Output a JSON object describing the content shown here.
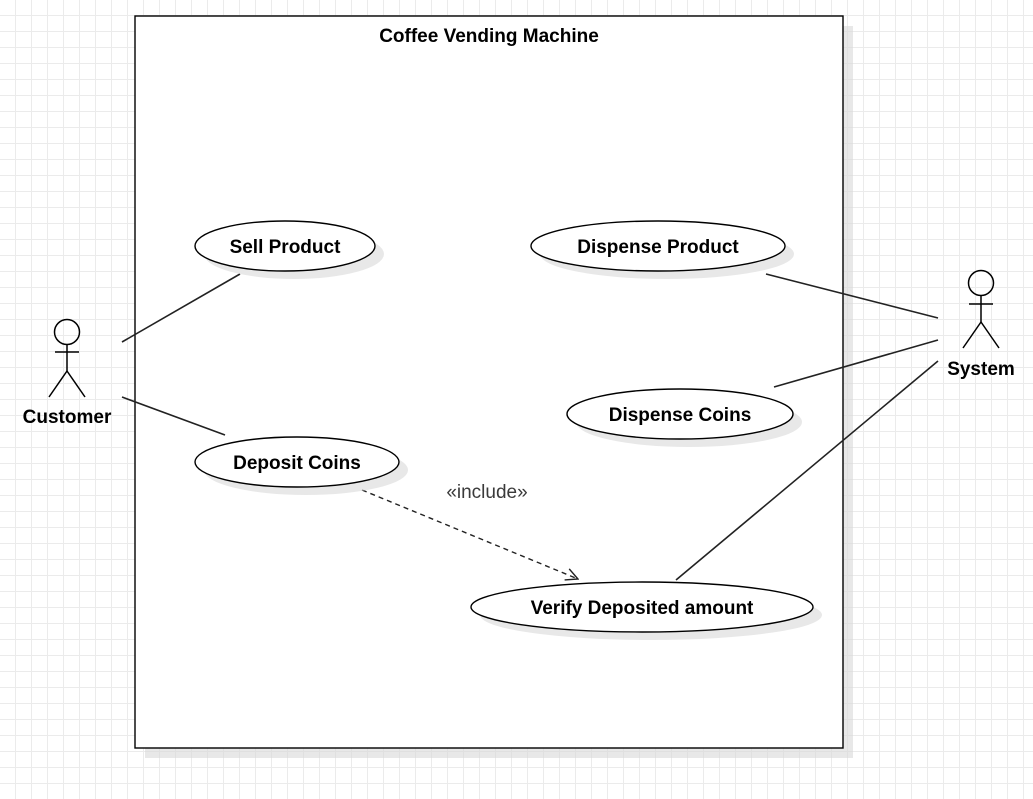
{
  "diagram": {
    "system_boundary": {
      "title": "Coffee Vending Machine"
    },
    "actors": [
      {
        "id": "customer",
        "label": "Customer"
      },
      {
        "id": "system",
        "label": "System"
      }
    ],
    "use_cases": [
      {
        "id": "sell-product",
        "label": "Sell Product"
      },
      {
        "id": "deposit-coins",
        "label": "Deposit Coins"
      },
      {
        "id": "dispense-product",
        "label": "Dispense Product"
      },
      {
        "id": "dispense-coins",
        "label": "Dispense Coins"
      },
      {
        "id": "verify-deposited-amount",
        "label": "Verify Deposited amount"
      }
    ],
    "associations": [
      {
        "from": "customer",
        "to": "sell-product"
      },
      {
        "from": "customer",
        "to": "deposit-coins"
      },
      {
        "from": "system",
        "to": "dispense-product"
      },
      {
        "from": "system",
        "to": "dispense-coins"
      },
      {
        "from": "system",
        "to": "verify-deposited-amount"
      }
    ],
    "dependencies": [
      {
        "from": "deposit-coins",
        "to": "verify-deposited-amount",
        "stereotype": "«include»"
      }
    ]
  }
}
